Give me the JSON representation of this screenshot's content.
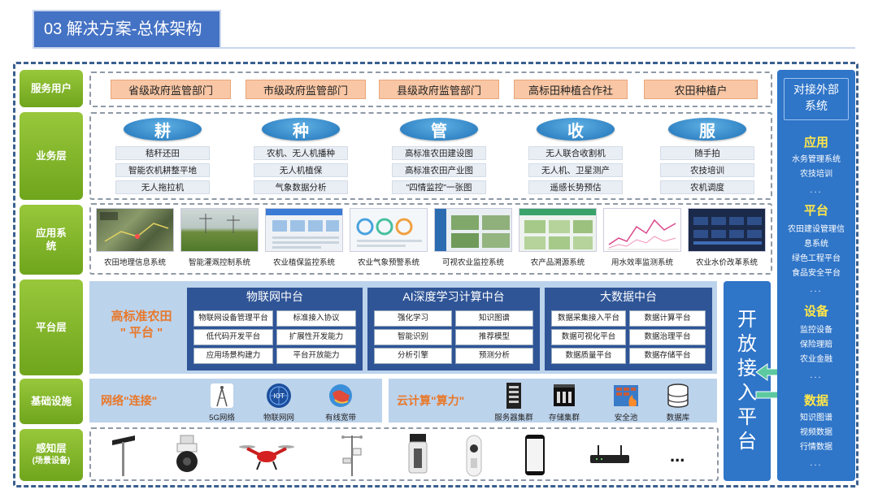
{
  "header": {
    "title": "03 解决方案-总体架构"
  },
  "layers": {
    "service_users": "服务用户",
    "business": "业务层",
    "application_line1": "应用系",
    "application_line2": "统",
    "platform": "平台层",
    "infrastructure": "基础设施",
    "perception": "感知层",
    "perception_sub": "(场景设备)"
  },
  "service_users": [
    "省级政府监管部门",
    "市级政府监管部门",
    "县级政府监管部门",
    "高标田种植合作社",
    "农田种植户"
  ],
  "business": [
    {
      "title": "耕",
      "items": [
        "秸秆还田",
        "智能农机耕整平地",
        "无人拖拉机"
      ]
    },
    {
      "title": "种",
      "items": [
        "农机、无人机播种",
        "无人机植保",
        "气象数据分析"
      ]
    },
    {
      "title": "管",
      "items": [
        "高标准农田建设图",
        "高标准农田产业图",
        "\"四情监控\"一张图"
      ]
    },
    {
      "title": "收",
      "items": [
        "无人联合收割机",
        "无人机、卫星测产",
        "遥感长势预估"
      ]
    },
    {
      "title": "服",
      "items": [
        "随手拍",
        "农技培训",
        "农机调度"
      ]
    }
  ],
  "applications": [
    "农田地理信息系统",
    "智能灌溉控制系统",
    "农业植保监控系统",
    "农业气象预警系统",
    "可视农业监控系统",
    "农产品溯源系统",
    "用水效率监测系统",
    "农业水价改革系统"
  ],
  "platform": {
    "name_line1": "高标准农田",
    "name_line2": "\" 平台 \"",
    "centers": [
      {
        "title": "物联网中台",
        "cells": [
          "物联网设备管理平台",
          "标准接入协议",
          "低代码开发平台",
          "扩展性开发能力",
          "应用场景构建力",
          "平台开放能力"
        ]
      },
      {
        "title": "AI深度学习计算中台",
        "cells": [
          "强化学习",
          "知识图谱",
          "智能识别",
          "推荐模型",
          "分析引擎",
          "预测分析"
        ]
      },
      {
        "title": "大数据中台",
        "cells": [
          "数据采集接入平台",
          "数据计算平台",
          "数据可视化平台",
          "数据治理平台",
          "数据质量平台",
          "数据存储平台"
        ]
      }
    ]
  },
  "infrastructure": {
    "network_title": "网络\"连接\"",
    "network_items": [
      "5G网络",
      "物联网网",
      "有线宽带"
    ],
    "iot_badge": "IOT",
    "cloud_title": "云计算\"算力\"",
    "cloud_items": [
      "服务器集群",
      "存储集群",
      "安全池",
      "数据库"
    ]
  },
  "perception": {
    "more": "..."
  },
  "open_access": {
    "label": "开放接入平台"
  },
  "right_column": {
    "title": "对接外部系统",
    "sections": [
      {
        "heading": "应用",
        "items": [
          "水务管理系统",
          "农技培训"
        ]
      },
      {
        "heading": "平台",
        "items": [
          "农田建设管理信",
          "息系统",
          "绿色工程平台",
          "食品安全平台"
        ]
      },
      {
        "heading": "设备",
        "items": [
          "监控设备",
          "保险理赔",
          "农业金融"
        ]
      },
      {
        "heading": "数据",
        "items": [
          "知识图谱",
          "视频数据",
          "行情数据"
        ]
      }
    ],
    "dots": "..."
  },
  "colors": {
    "header_blue": "#4472c4",
    "layer_green": "#7cb52a",
    "user_orange": "#f9c7a5",
    "platform_blue": "#2f5597",
    "right_blue": "#2f75c8",
    "accent_orange": "#e8782a",
    "heading_yellow": "#ffe74a"
  }
}
